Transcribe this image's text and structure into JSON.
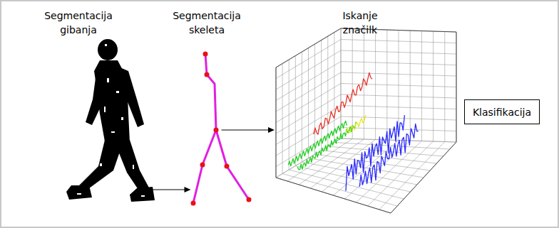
{
  "diagram": {
    "nodes": [
      {
        "text": [
          "Segmentacija gibanja"
        ]
      },
      {
        "text": [
          "Segmentacija skeleta"
        ]
      },
      {
        "text": [
          "Iskanje značilk"
        ]
      },
      {
        "text": [
          "Klasifikacija"
        ]
      }
    ],
    "edges": [
      {
        "from": 0,
        "to": 1,
        "arrow": "to"
      },
      {
        "from": 1,
        "to": 2,
        "arrow": "to"
      }
    ]
  }
}
